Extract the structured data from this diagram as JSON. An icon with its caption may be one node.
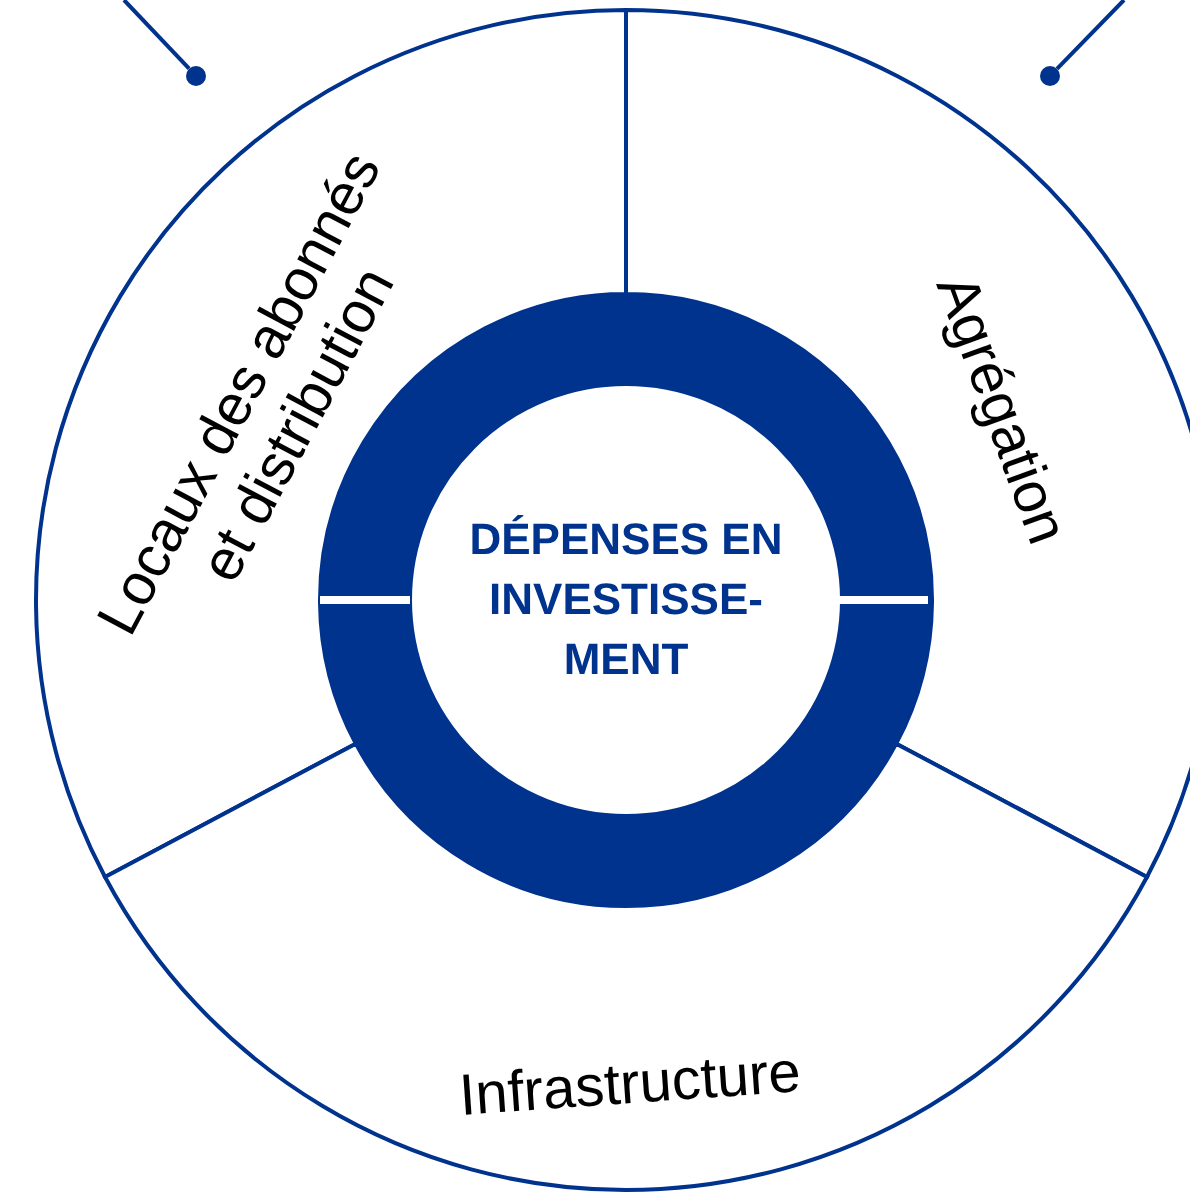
{
  "diagram": {
    "nodes": [
      {
        "text": [
          "Locaux des abonnés et distribution"
        ]
      },
      {
        "text": [
          "Agrégation"
        ]
      },
      {
        "text": [
          "Infrastructure"
        ]
      },
      {
        "text": [
          "DÉPENSES EN INVESTISSE- MENT"
        ]
      },
      {
        "text": [],
        "shape": "circle"
      },
      {
        "text": [],
        "shape": "circle"
      }
    ],
    "edges": [
      {
        "from": null,
        "to": 4,
        "arrow": "none"
      },
      {
        "from": null,
        "to": 5,
        "arrow": "none"
      }
    ]
  }
}
